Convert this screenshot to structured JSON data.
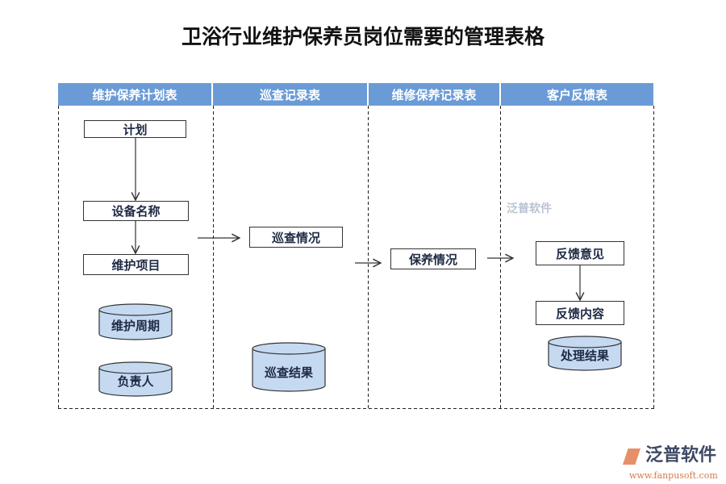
{
  "title": "卫浴行业维护保养员岗位需要的管理表格",
  "columns": [
    "维护保养计划表",
    "巡查记录表",
    "维修保养记录表",
    "客户反馈表"
  ],
  "boxes": {
    "plan": "计划",
    "device": "设备名称",
    "item": "维护项目",
    "inspect": "巡查情况",
    "maint": "保养情况",
    "fb_opinion": "反馈意见",
    "fb_content": "反馈内容"
  },
  "cylinders": {
    "cycle": "维护周期",
    "owner": "负责人",
    "inspect_result": "巡查结果",
    "handle_result": "处理结果"
  },
  "watermark": "泛普软件",
  "logo": {
    "name": "泛普软件",
    "url": "www.fanpusoft.com"
  },
  "colors": {
    "header": "#6a9bd6",
    "cylinder": "#c5d9f1"
  }
}
